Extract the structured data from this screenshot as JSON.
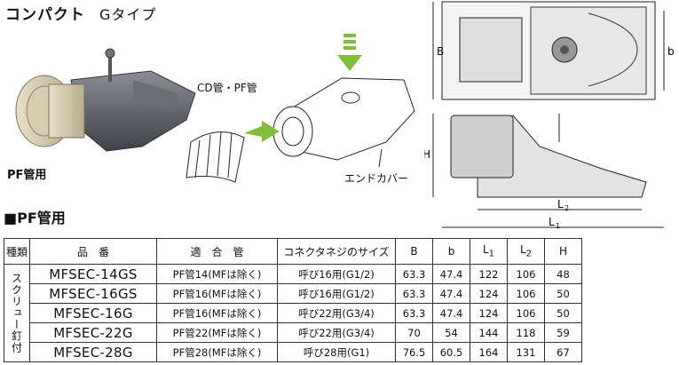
{
  "header": {
    "title": "コンパクト",
    "subtitle": "Gタイプ"
  },
  "labels": {
    "pf_use": "PF管用",
    "cd_pf": "CD管・PF管",
    "end_cover": "エンドカバー"
  },
  "dimensions": {
    "B": "B",
    "b": "b",
    "H": "H",
    "L1": "L",
    "L1_sub": "1",
    "L2": "L",
    "L2_sub": "2"
  },
  "section": {
    "title": "■PF管用"
  },
  "table": {
    "headers": {
      "kind": "種類",
      "part": "品　番",
      "pipe": "適　合　管",
      "connector": "コネクタネジのサイズ",
      "B": "B",
      "b": "b",
      "L1": "L",
      "L1_sub": "1",
      "L2": "L",
      "L2_sub": "2",
      "H": "H"
    },
    "group_label": "スクリュー釘付",
    "rows": [
      {
        "part": "MFSEC-14GS",
        "pipe": "PF管14(MFは除く)",
        "connector": "呼び16用(G1/2)",
        "B": "63.3",
        "b": "47.4",
        "L1": "122",
        "L2": "106",
        "H": "48"
      },
      {
        "part": "MFSEC-16GS",
        "pipe": "PF管16(MFは除く)",
        "connector": "呼び16用(G1/2)",
        "B": "63.3",
        "b": "47.4",
        "L1": "124",
        "L2": "106",
        "H": "50"
      },
      {
        "part": "MFSEC-16G",
        "pipe": "PF管16(MFは除く)",
        "connector": "呼び22用(G3/4)",
        "B": "63.3",
        "b": "47.4",
        "L1": "124",
        "L2": "106",
        "H": "50"
      },
      {
        "part": "MFSEC-22G",
        "pipe": "PF管22(MFは除く)",
        "connector": "呼び22用(G3/4)",
        "B": "70",
        "b": "54",
        "L1": "144",
        "L2": "118",
        "H": "59"
      },
      {
        "part": "MFSEC-28G",
        "pipe": "PF管28(MFは除く)",
        "connector": "呼び28用(G1)",
        "B": "76.5",
        "b": "60.5",
        "L1": "164",
        "L2": "131",
        "H": "67"
      }
    ]
  }
}
